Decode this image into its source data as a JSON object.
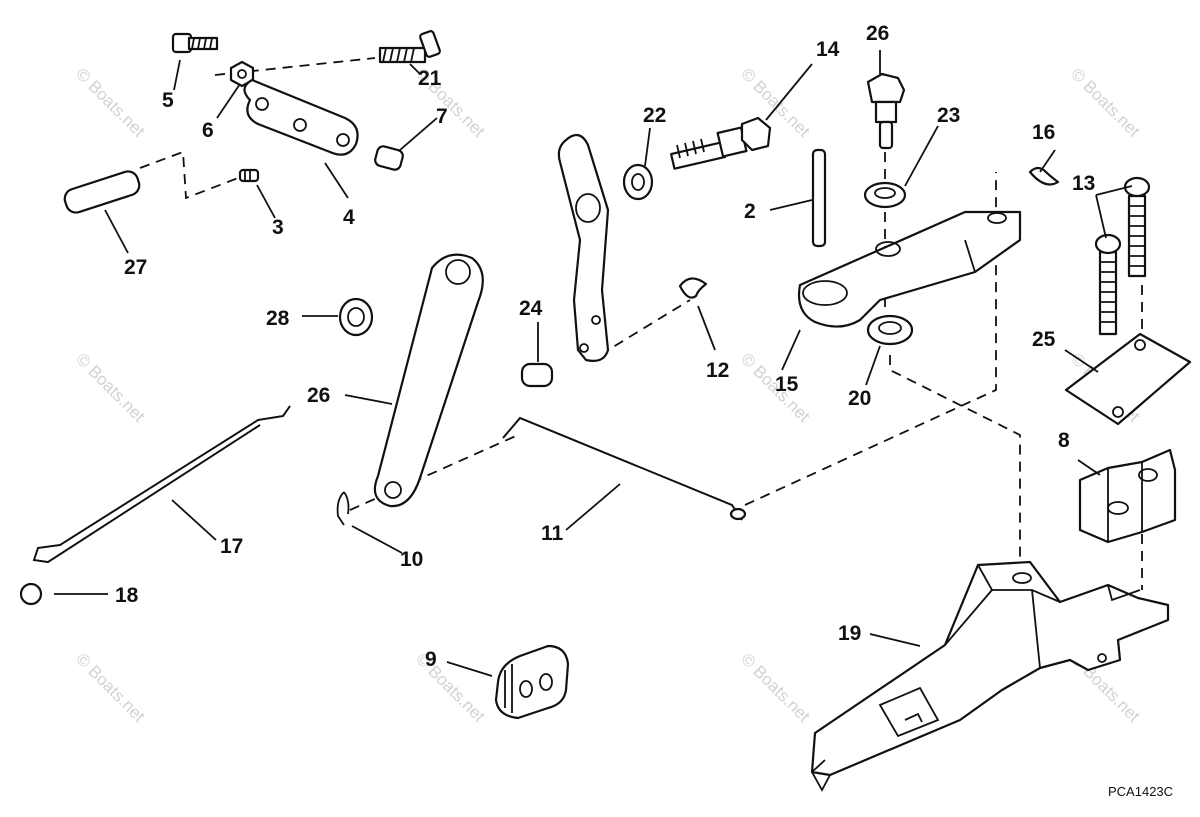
{
  "watermark": "© Boats.net",
  "diagram_code": "PCA1423C",
  "callouts": {
    "c2": "2",
    "c3": "3",
    "c4": "4",
    "c5": "5",
    "c6": "6",
    "c7": "7",
    "c8": "8",
    "c9": "9",
    "c10": "10",
    "c11": "11",
    "c12": "12",
    "c13": "13",
    "c14": "14",
    "c15": "15",
    "c16": "16",
    "c17": "17",
    "c18": "18",
    "c19": "19",
    "c20": "20",
    "c21": "21",
    "c22": "22",
    "c23": "23",
    "c24": "24",
    "c25": "25",
    "c26a": "26",
    "c26b": "26",
    "c27": "27",
    "c28": "28"
  }
}
